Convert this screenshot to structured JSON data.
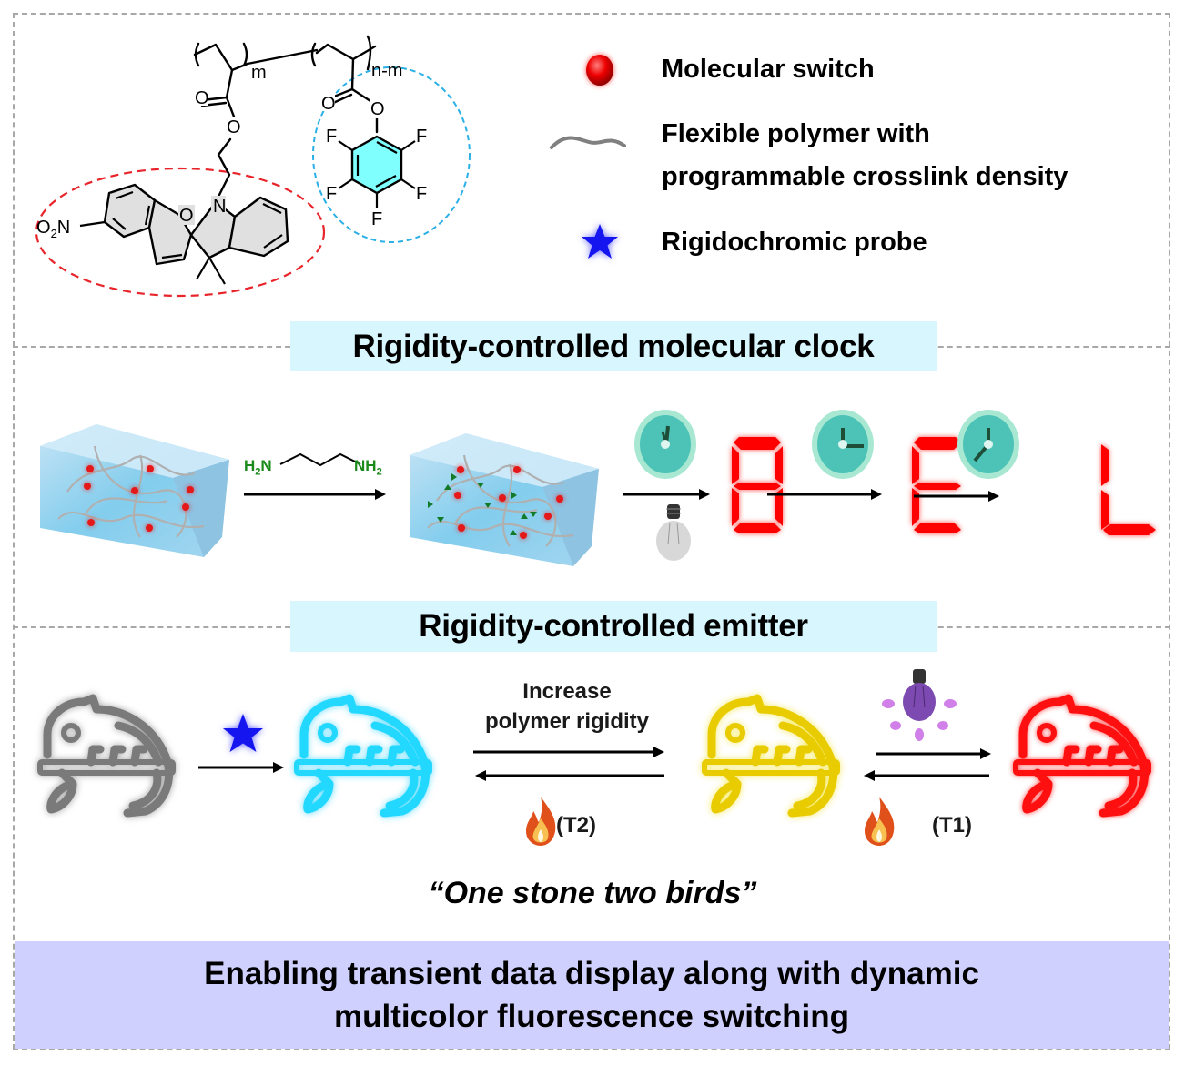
{
  "chemical_structure": {
    "repeat_unit_1_subscript": "m",
    "repeat_unit_2_subscript": "n-m",
    "carbonyl_oxygen_1": "O",
    "ester_oxygen_1": "O",
    "carbonyl_oxygen_2": "O",
    "ester_oxygen_2": "O",
    "nitro_group": "O2N",
    "nitro_O": "O",
    "nitro_sub": "2",
    "nitro_N": "N",
    "pyran_oxygen": "O",
    "indoline_nitrogen": "N",
    "fluorine_label": "F",
    "fluorine_count": 5,
    "highlights": {
      "spiropyran_ring_color": "#e8242a",
      "pentafluorophenyl_ring_color": "#2ab0e6",
      "aromatic_fill": "#80ffff",
      "spiropyran_fill": "#e0e0e0"
    }
  },
  "legend": {
    "items": [
      {
        "icon": "red-sphere-icon",
        "label": "Molecular switch"
      },
      {
        "icon": "wavy-polymer-icon",
        "label_line1": "Flexible polymer with",
        "label_line2": "programmable crosslink density"
      },
      {
        "icon": "blue-star-icon",
        "label": "Rigidochromic probe"
      }
    ]
  },
  "section_clock": {
    "title": "Rigidity-controlled molecular clock",
    "crosslinker": {
      "left": "H2N",
      "left_main": "H",
      "left_sub": "2",
      "left_tail": "N",
      "right_head": "NH",
      "right_sub": "2",
      "color": "#1a8a1a"
    },
    "light_icon": "light-bulb-off-icon",
    "clock_icons": [
      "clock-icon",
      "clock-icon",
      "clock-icon"
    ],
    "display_chars": [
      "8",
      "E",
      "L"
    ],
    "display_color": "#ff0000"
  },
  "section_emitter": {
    "title": "Rigidity-controlled emitter",
    "condition_increase_line1": "Increase",
    "condition_increase_line2": "polymer rigidity",
    "heat_label_T2": "(T2)",
    "heat_label_T1": "(T1)",
    "chameleon_colors": {
      "initial": "#7a7a7a",
      "probe": "#22d8ff",
      "rigid": "#e8cc00",
      "switched": "#ff1010"
    },
    "uv_light_color": "#7c4ab0"
  },
  "slogan": "“One stone two birds”",
  "conclusion": {
    "line1": "Enabling transient data display along with dynamic",
    "line2": "multicolor fluorescence switching"
  }
}
